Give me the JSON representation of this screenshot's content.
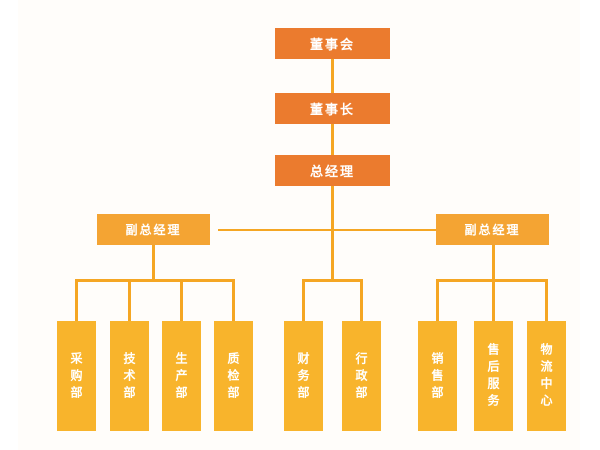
{
  "diagram": {
    "title_text": "",
    "type": "organizational-chart",
    "orientation": "top-down",
    "colors": {
      "executive_fill": "#eb7b2e",
      "vice_fill": "#f4a433",
      "department_fill": "#f8b42c",
      "connector": "#f5a623",
      "label_text": "#ffffff",
      "canvas_background": "#ffffff",
      "paper_background": "#fffdfa"
    },
    "levels": {
      "executive": [
        {
          "id": "board",
          "label": "董事会"
        },
        {
          "id": "chairman",
          "label": "董事长"
        },
        {
          "id": "general-manager",
          "label": "总经理"
        }
      ],
      "vice": [
        {
          "id": "vice-gm-left",
          "label": "副总经理"
        },
        {
          "id": "vice-gm-right",
          "label": "副总经理"
        }
      ],
      "departments": {
        "left_group": [
          {
            "id": "purchasing",
            "label": "采购部"
          },
          {
            "id": "technology",
            "label": "技术部"
          },
          {
            "id": "production",
            "label": "生产部"
          },
          {
            "id": "quality-inspection",
            "label": "质检部"
          }
        ],
        "center_group": [
          {
            "id": "finance",
            "label": "财务部"
          },
          {
            "id": "administration",
            "label": "行政部"
          }
        ],
        "right_group": [
          {
            "id": "sales",
            "label": "销售部"
          },
          {
            "id": "after-sales-service",
            "label": "售后服务"
          },
          {
            "id": "logistics-center",
            "label": "物流中心"
          }
        ]
      }
    }
  }
}
